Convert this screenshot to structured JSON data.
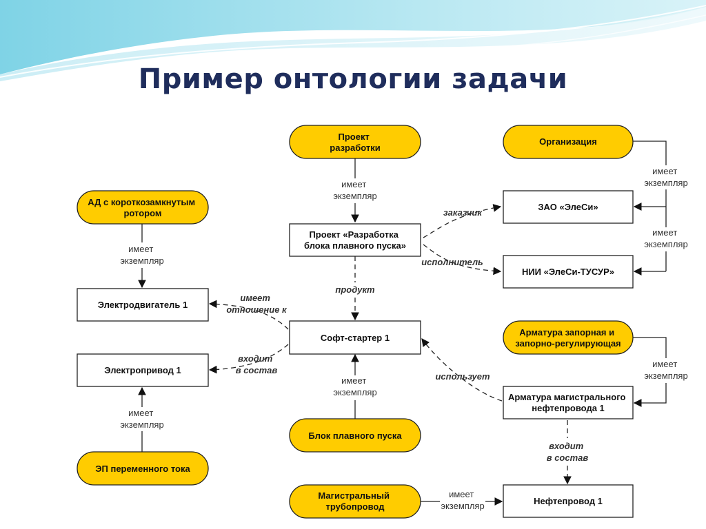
{
  "title": "Пример онтологии задачи",
  "colors": {
    "class_fill": "#ffcc00",
    "instance_fill": "#ffffff",
    "stroke": "#222222",
    "title": "#1f2d5c"
  },
  "nodes": {
    "proekt_razrabotki": [
      "Проект",
      "разработки"
    ],
    "organizaciya": [
      "Организация"
    ],
    "ad_rotor": [
      "АД с короткозамкнутым",
      "ротором"
    ],
    "proekt_instance": [
      "Проект «Разработка",
      "блока плавного пуска»"
    ],
    "zao_elesi": [
      "ЗАО «ЭлеСи»"
    ],
    "nii_elesi": [
      "НИИ «ЭлеСи-ТУСУР»"
    ],
    "elektrodvigatel": [
      "Электродвигатель 1"
    ],
    "soft_starter": [
      "Софт-стартер 1"
    ],
    "armatura_class": [
      "Арматура запорная и",
      "запорно-регулирующая"
    ],
    "elektroprivod": [
      "Электропривод 1"
    ],
    "armatura_instance": [
      "Арматура магистрального",
      "нефтепровода 1"
    ],
    "blok_pp": [
      "Блок плавного пуска"
    ],
    "ep_ac": [
      "ЭП переменного тока"
    ],
    "mag_truboprovod": [
      "Магистральный",
      "трубопровод"
    ],
    "nefteprovod": [
      "Нефтепровод 1"
    ]
  },
  "relations": {
    "has_instance": [
      "имеет",
      "экземпляр"
    ],
    "customer": "заказчик",
    "executor": "исполнитель",
    "product": "продукт",
    "relates_to": [
      "имеет",
      "отношение к"
    ],
    "part_of": [
      "входит",
      "в состав"
    ],
    "uses": "использует"
  }
}
